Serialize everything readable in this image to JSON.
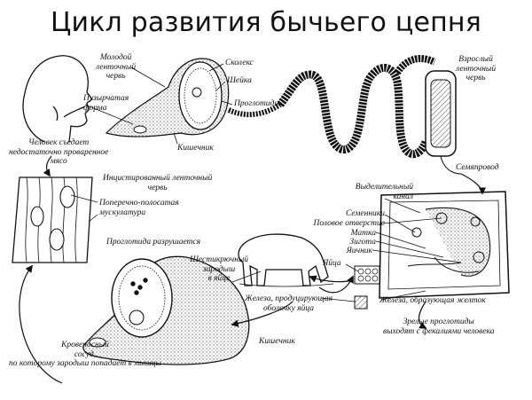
{
  "title": "Цикл развития бычьего цепня",
  "labels": {
    "young_worm": [
      "Молодой",
      "ленточный",
      "червь"
    ],
    "scolex": "Сколекс",
    "neck": "Шейка",
    "proglottids": "Проглотиды",
    "adult_worm": [
      "Взрослый",
      "ленточный",
      "червь"
    ],
    "bladder": [
      "Пузырчатая",
      "форма"
    ],
    "intestine_top": "Кишечник",
    "human_eats": [
      "Человек съедает",
      "недостаточно проваренное",
      "мясо"
    ],
    "encysted": [
      "Инцистированный ленточный",
      "червь"
    ],
    "striated_muscle": [
      "Поперечно-полосатая",
      "мускулатура"
    ],
    "seminal_duct": "Семяпровод",
    "excretory_canal": [
      "Выделительный",
      "канал"
    ],
    "testes": "Семенники",
    "genital_opening": "Половое отверстие",
    "uterus": "Матка",
    "zygote": "Зигота",
    "ovary": "Яичник",
    "eggs": "Яйца",
    "proglottid_destroyed": "Проглотида разрушается",
    "hexacanth": [
      "Шестикрючный",
      "зародыш",
      "в яйце"
    ],
    "gland_shell": [
      "Железа, продуцирующая",
      "оболочку яйца"
    ],
    "yolk_gland": "Железа, образующая желток",
    "mature_proglottids": [
      "Зрелые проглотиды",
      "выходят с фекалиями человека"
    ],
    "intestine_bottom": "Кишечник",
    "blood_vessel": [
      "Кровеносный",
      "сосуд,",
      "по которому зародыш попадает в мышцы"
    ]
  }
}
